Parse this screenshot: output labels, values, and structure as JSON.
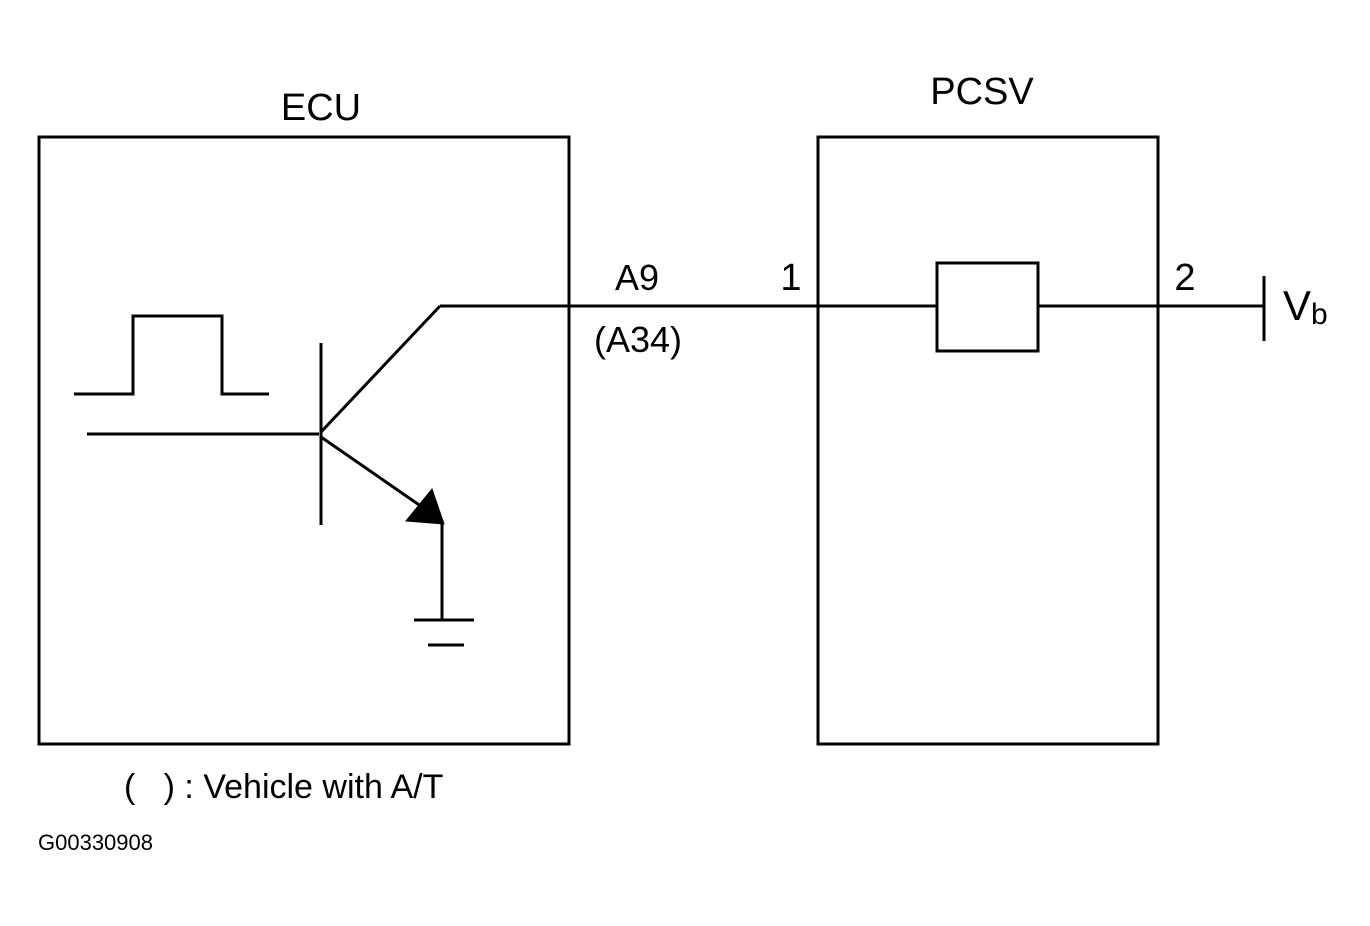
{
  "labels": {
    "ecu_title": "ECU",
    "pcsv_title": "PCSV",
    "pin_ecu_primary": "A9",
    "pin_ecu_alt": "(A34)",
    "pin_pcsv_1": "1",
    "pin_pcsv_2": "2",
    "supply_main": "V",
    "supply_sub": "b",
    "footnote": "(   ) : Vehicle with A/T",
    "figure_id": "G00330908"
  }
}
